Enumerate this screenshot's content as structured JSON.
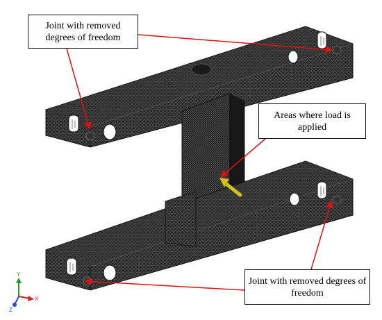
{
  "callouts": {
    "top_left": "Joint with removed degrees of freedom",
    "middle_right": "Areas where load is applied",
    "bottom_right": "Joint with removed degrees of freedom"
  },
  "axis_triad": {
    "y": "Y",
    "x": "X",
    "z": "Z"
  },
  "colors": {
    "mesh": "#262626",
    "mesh_lines": "#7a7a7a",
    "arrow": "#e01010",
    "load_arrow": "#d4c21a",
    "axis_x": "#d42020",
    "axis_y": "#20a020",
    "axis_z": "#2050d0"
  }
}
